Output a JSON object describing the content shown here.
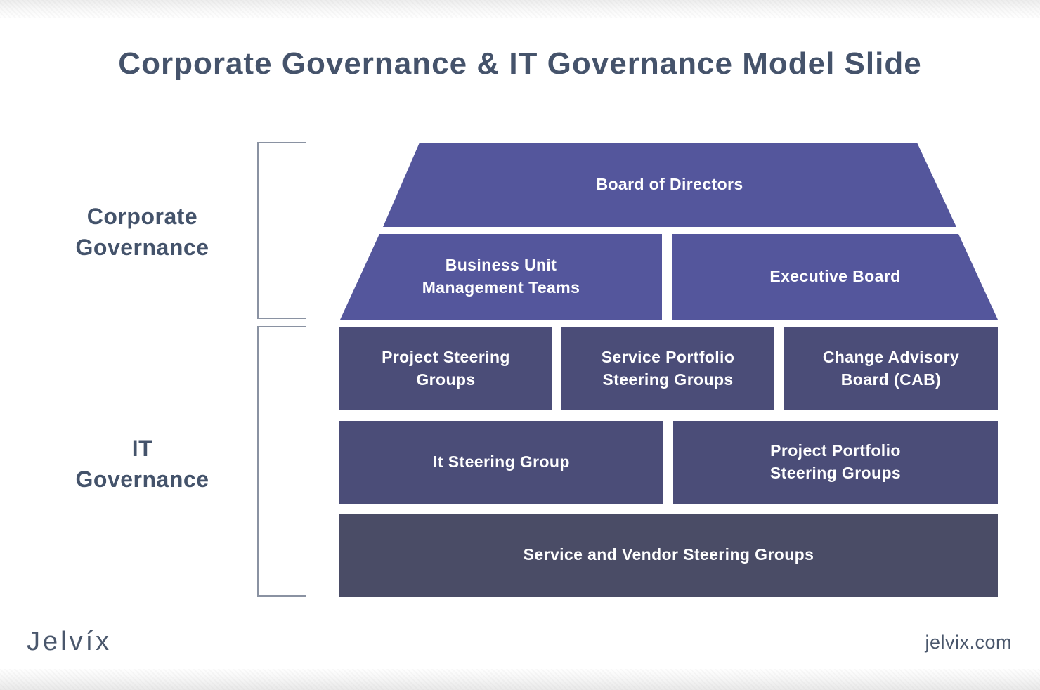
{
  "title": "Corporate Governance & IT Governance Model Slide",
  "sections": [
    {
      "label": "Corporate\nGovernance"
    },
    {
      "label": "IT\nGovernance"
    }
  ],
  "blocks": [
    {
      "label": "Board of Directors",
      "tier": "corporate",
      "color": "#54569c"
    },
    {
      "label": "Business Unit\nManagement Teams",
      "tier": "corporate",
      "color": "#54569c"
    },
    {
      "label": "Executive Board",
      "tier": "corporate",
      "color": "#54569c"
    },
    {
      "label": "Project Steering\nGroups",
      "tier": "it",
      "color": "#4b4d78"
    },
    {
      "label": "Service Portfolio\nSteering Groups",
      "tier": "it",
      "color": "#4b4d78"
    },
    {
      "label": "Change Advisory\nBoard (CAB)",
      "tier": "it",
      "color": "#4b4d78"
    },
    {
      "label": "It Steering Group",
      "tier": "it",
      "color": "#4b4d78"
    },
    {
      "label": "Project Portfolio\nSteering Groups",
      "tier": "it",
      "color": "#4b4d78"
    },
    {
      "label": "Service and Vendor Steering Groups",
      "tier": "it",
      "color": "#4a4c66"
    }
  ],
  "brand": {
    "logo_text": "Jelvíx",
    "website": "jelvix.com"
  },
  "colors": {
    "tier_top": "#54569c",
    "tier_middle": "#4b4d78",
    "tier_bottom": "#4a4c66",
    "heading_text": "#45536b",
    "block_text": "#ffffff",
    "bracket_line": "#8a92a2"
  }
}
